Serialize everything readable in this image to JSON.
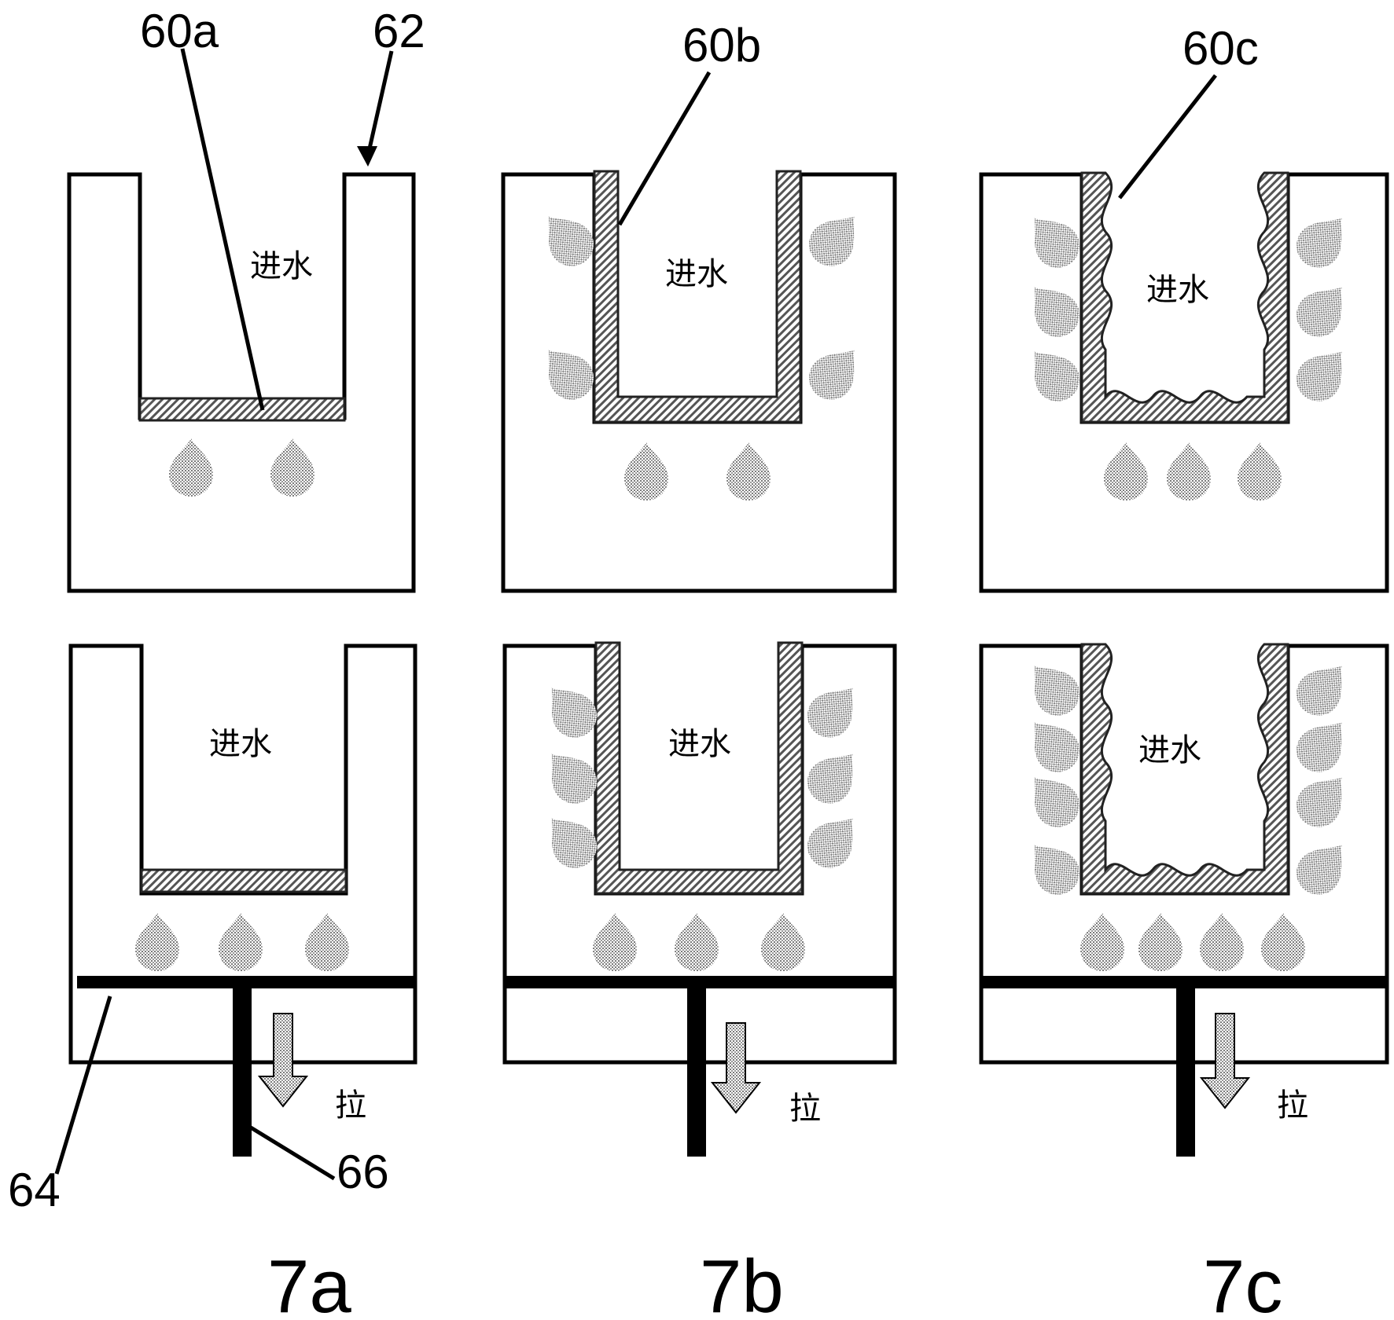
{
  "labels": {
    "inlet": "进水",
    "pull": "拉"
  },
  "reference_numerals": {
    "membrane_a": "60a",
    "membrane_b": "60b",
    "membrane_c": "60c",
    "housing": "62",
    "plate": "64",
    "rod": "66"
  },
  "figure_captions": [
    "7a",
    "7b",
    "7c"
  ],
  "colors": {
    "line": "#000000",
    "hatch": "#555555",
    "droplet": "#8a8a8a",
    "background": "#ffffff"
  }
}
